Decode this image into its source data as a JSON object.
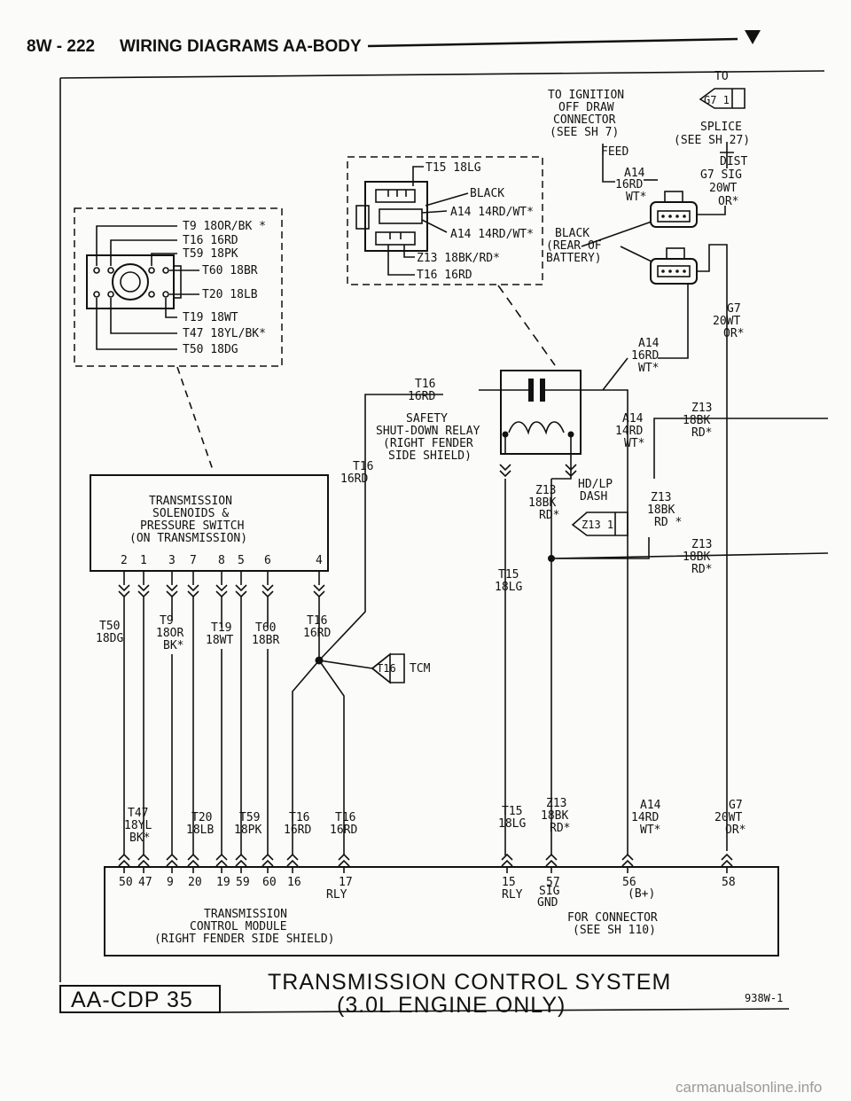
{
  "header": {
    "page": "8W - 222",
    "title": "WIRING DIAGRAMS AA-BODY"
  },
  "footer": {
    "title_line1": "TRANSMISSION CONTROL SYSTEM",
    "title_line2": "(3.0L ENGINE ONLY)",
    "code_left": "AA-CDP 35",
    "code_right": "938W-1",
    "watermark": "carmanualsonline.info"
  },
  "top_right": {
    "to": "TO",
    "g7_connector": "G7 1",
    "splice": "SPLICE",
    "splice_ref": "(SEE SH 27)",
    "dist": "DIST",
    "g7_sig": "G7  SIG",
    "g7_wire": "20WT",
    "g7_tracer": "OR*",
    "ignition_1": "TO IGNITION",
    "ignition_2": "OFF DRAW",
    "ignition_3": "CONNECTOR",
    "ignition_4": "(SEE SH 7)",
    "feed": "FEED",
    "a14": "A14",
    "a14_wire": "16RD",
    "a14_tracer": "WT*",
    "black": "BLACK",
    "rear_of": "(REAR OF",
    "battery": "BATTERY)"
  },
  "pressure_switch": {
    "t9": "T9 18OR/BK *",
    "t16": "T16 16RD",
    "t59": "T59 18PK",
    "t60": "T60 18BR",
    "t20": "T20 18LB",
    "t19": "T19 18WT",
    "t47": "T47 18YL/BK*",
    "t50": "T50 18DG"
  },
  "relay_connector": {
    "t15": "T15 18LG",
    "black": "BLACK",
    "a14a": "A14 14RD/WT*",
    "a14b": "A14 14RD/WT*",
    "z13": "Z13 18BK/RD*",
    "t16": "T16 16RD"
  },
  "relay": {
    "t16": "T16",
    "t16w": "16RD",
    "l1": "SAFETY",
    "l2": "SHUT-DOWN RELAY",
    "l3": "(RIGHT FENDER",
    "l4": "SIDE SHIELD)",
    "a14": "A14",
    "a14w": "16RD",
    "a14t": "WT*",
    "a14b": "A14",
    "a14bw": "14RD",
    "a14bt": "WT*",
    "t16b": "T16",
    "t16bw": "16RD",
    "hd": "HD/LP",
    "dash": "DASH",
    "z13a": "Z13",
    "z13aw": "18BK",
    "z13at": "RD*",
    "z13conn": "Z13 1",
    "z13b": "Z13",
    "z13bw": "18BK",
    "z13bt": "RD *",
    "z13c": "Z13",
    "z13cw": "18BK",
    "z13ct": "RD*",
    "z13d": "Z13",
    "z13dw": "18BK",
    "z13dt": "RD*",
    "t15": "T15",
    "t15w": "18LG",
    "g7": "G7",
    "g7w": "20WT",
    "g7t": "OR*"
  },
  "solenoid": {
    "l1": "TRANSMISSION",
    "l2": "SOLENOIDS &",
    "l3": "PRESSURE SWITCH",
    "l4": "(ON TRANSMISSION)",
    "pins": [
      "2",
      "1",
      "3",
      "7",
      "8",
      "5",
      "6",
      "4"
    ],
    "w_t50": "T50",
    "w_t50w": "18DG",
    "w_t9": "T9",
    "w_t9w": "18OR",
    "w_t9t": "BK*",
    "w_t19": "T19",
    "w_t19w": "18WT",
    "w_t60": "T60",
    "w_t60w": "18BR",
    "w_t16": "T16",
    "w_t16w": "16RD",
    "tcm_conn": "T16",
    "tcm": "TCM"
  },
  "tcm_module": {
    "l1": "TRANSMISSION",
    "l2": "CONTROL MODULE",
    "l3": "(RIGHT FENDER SIDE SHIELD)",
    "pins": [
      "50",
      "47",
      "9",
      "20",
      "19",
      "59",
      "60",
      "16",
      "17",
      "15",
      "57",
      "56",
      "58"
    ],
    "rly": "RLY",
    "rly2": "RLY",
    "sig": "SIG",
    "gnd": "GND",
    "bplus": "(B+)",
    "conn1": "FOR CONNECTOR",
    "conn2": "(SEE SH 110)",
    "w_t47": "T47",
    "w_t47w": "18YL",
    "w_t47t": "BK*",
    "w_t20": "T20",
    "w_t20w": "18LB",
    "w_t59": "T59",
    "w_t59w": "18PK",
    "w_t16a": "T16",
    "w_t16aw": "16RD",
    "w_t16b": "T16",
    "w_t16bw": "16RD",
    "w_t15": "T15",
    "w_t15w": "18LG",
    "w_z13": "Z13",
    "w_z13w": "18BK",
    "w_z13t": "RD*",
    "w_a14": "A14",
    "w_a14w": "14RD",
    "w_a14t": "WT*",
    "w_g7": "G7",
    "w_g7w": "20WT",
    "w_g7t": "OR*"
  }
}
